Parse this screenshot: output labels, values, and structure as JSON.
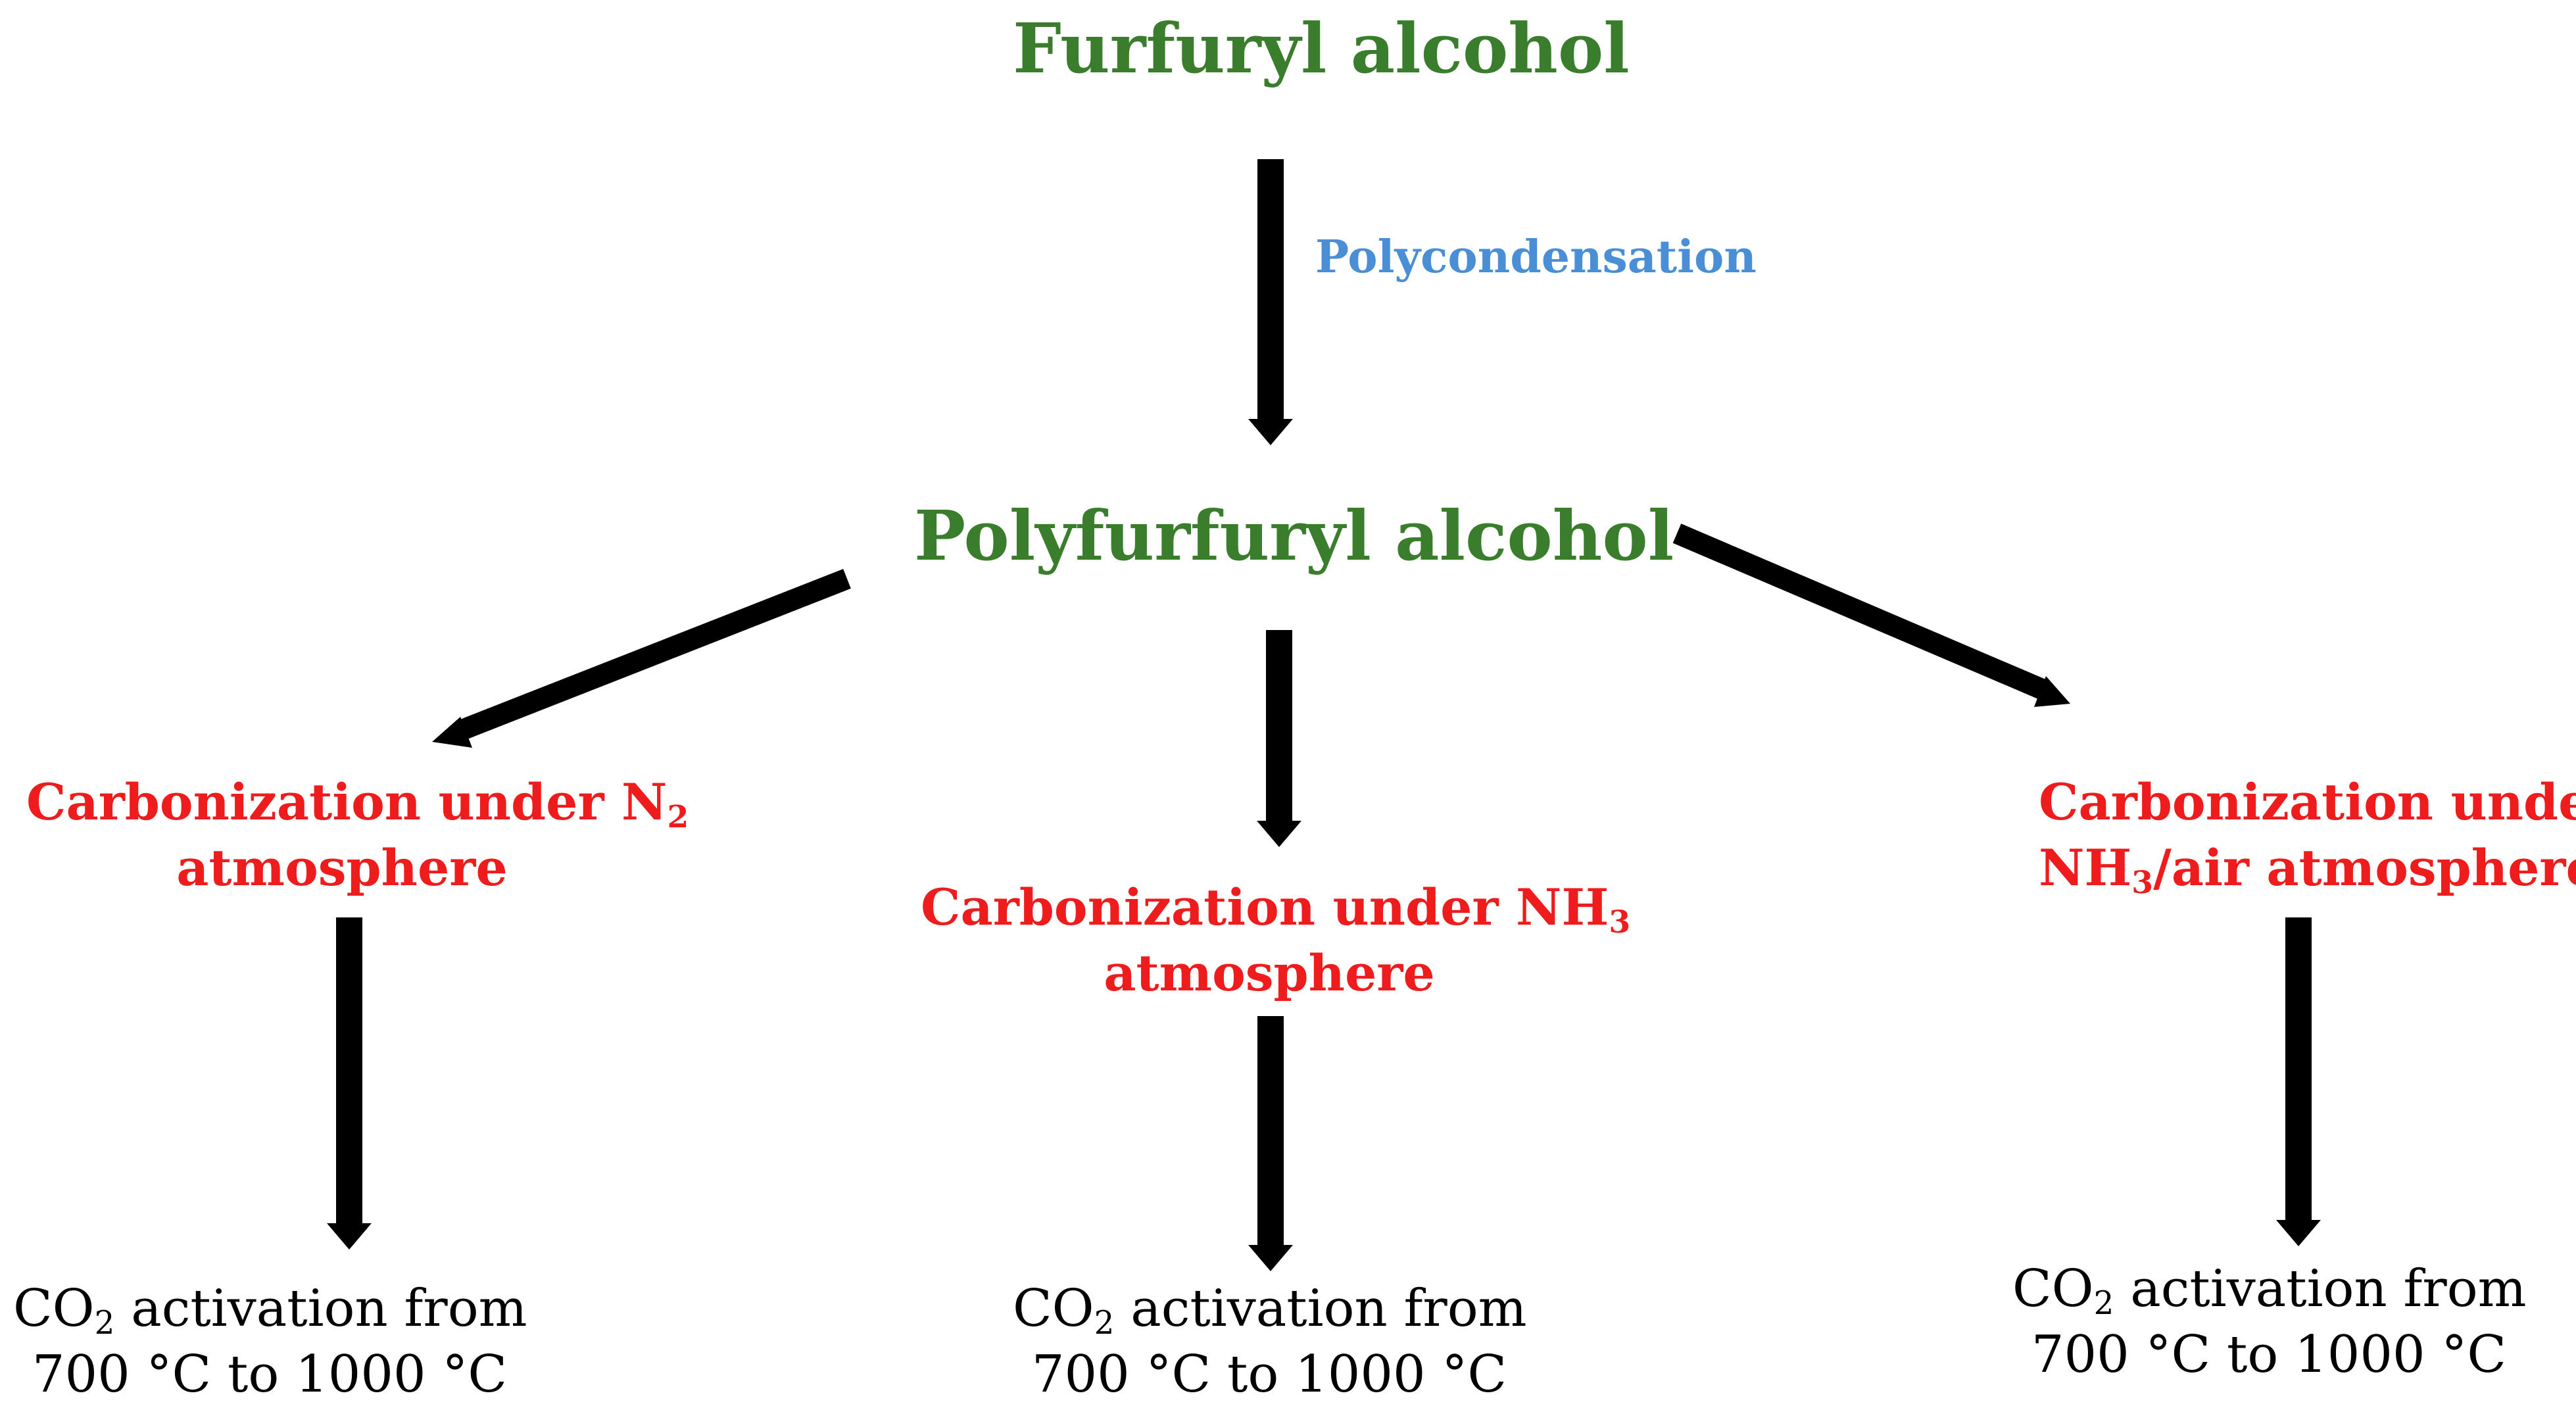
{
  "nodes": {
    "furfuryl_alcohol": "Furfuryl alcohol",
    "polycondensation": "Polycondensation",
    "polyfurfuryl_alcohol": "Polyfurfuryl alcohol",
    "carb_n2": {
      "line1_prefix": "Carbonization under N",
      "line1_sub": "2",
      "line2": "atmosphere"
    },
    "carb_nh3": {
      "line1_prefix": "Carbonization under NH",
      "line1_sub": "3",
      "line2": "atmosphere"
    },
    "carb_nh3_air": {
      "line1": "Carbonization under",
      "line2_prefix": "NH",
      "line2_sub": "3",
      "line2_suffix": "/air atmosphere"
    },
    "activation": {
      "prefix": "CO",
      "sub": "2",
      "suffix": " activation from",
      "line2": "700 °C to 1000 °C"
    }
  },
  "colors": {
    "product": "#3a7d2c",
    "process": "#4a8fd6",
    "carbonization": "#ee1c1c",
    "activation": "#000000",
    "arrow": "#000000"
  }
}
